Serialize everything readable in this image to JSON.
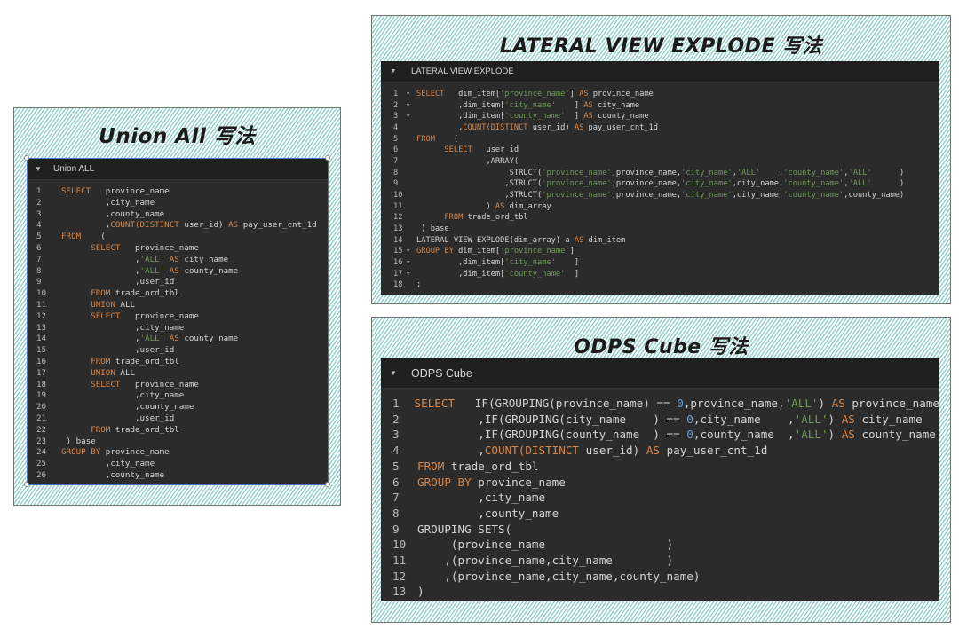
{
  "colors": {
    "keyword": "#d7874a",
    "string": "#6e9a56",
    "number": "#6a9fd6",
    "text": "#d4d4d4",
    "editor_bg": "#2b2b2b",
    "header_bg": "#1f1f1f",
    "hatch": "#8ccccb"
  },
  "union_all": {
    "title": "Union All 写法",
    "editor_label": "Union ALL",
    "lines": [
      {
        "n": "1",
        "t": [
          [
            "kw",
            "SELECT"
          ],
          [
            "",
            "   province_name"
          ]
        ]
      },
      {
        "n": "2",
        "t": [
          [
            "",
            "         ,city_name"
          ]
        ]
      },
      {
        "n": "3",
        "t": [
          [
            "",
            "         ,county_name"
          ]
        ]
      },
      {
        "n": "4",
        "t": [
          [
            "",
            "         ,"
          ],
          [
            "kw",
            "COUNT(DISTINCT"
          ],
          [
            "",
            " user_id) "
          ],
          [
            "kw",
            "AS"
          ],
          [
            "",
            " pay_user_cnt_1d"
          ]
        ]
      },
      {
        "n": "5",
        "t": [
          [
            "kw",
            "FROM"
          ],
          [
            "",
            "    ("
          ]
        ]
      },
      {
        "n": "6",
        "t": [
          [
            "",
            "      "
          ],
          [
            "kw",
            "SELECT"
          ],
          [
            "",
            "   province_name"
          ]
        ]
      },
      {
        "n": "7",
        "t": [
          [
            "",
            "               ,"
          ],
          [
            "str",
            "'ALL'"
          ],
          [
            " ",
            " "
          ],
          [
            "kw",
            "AS"
          ],
          [
            "",
            " city_name"
          ]
        ]
      },
      {
        "n": "8",
        "t": [
          [
            "",
            "               ,"
          ],
          [
            "str",
            "'ALL'"
          ],
          [
            "",
            " "
          ],
          [
            "kw",
            "AS"
          ],
          [
            "",
            " county_name"
          ]
        ]
      },
      {
        "n": "9",
        "t": [
          [
            "",
            "               ,user_id"
          ]
        ]
      },
      {
        "n": "10",
        "t": [
          [
            "",
            "      "
          ],
          [
            "kw",
            "FROM"
          ],
          [
            "",
            " trade_ord_tbl"
          ]
        ]
      },
      {
        "n": "11",
        "t": [
          [
            "",
            "      "
          ],
          [
            "kw",
            "UNION"
          ],
          [
            "",
            " ALL"
          ]
        ]
      },
      {
        "n": "12",
        "t": [
          [
            "",
            "      "
          ],
          [
            "kw",
            "SELECT"
          ],
          [
            "",
            "   province_name"
          ]
        ]
      },
      {
        "n": "13",
        "t": [
          [
            "",
            "               ,city_name"
          ]
        ]
      },
      {
        "n": "14",
        "t": [
          [
            "",
            "               ,"
          ],
          [
            "str",
            "'ALL'"
          ],
          [
            "",
            " "
          ],
          [
            "kw",
            "AS"
          ],
          [
            "",
            " county_name"
          ]
        ]
      },
      {
        "n": "15",
        "t": [
          [
            "",
            "               ,user_id"
          ]
        ]
      },
      {
        "n": "16",
        "t": [
          [
            "",
            "      "
          ],
          [
            "kw",
            "FROM"
          ],
          [
            "",
            " trade_ord_tbl"
          ]
        ]
      },
      {
        "n": "17",
        "t": [
          [
            "",
            "      "
          ],
          [
            "kw",
            "UNION"
          ],
          [
            "",
            " ALL"
          ]
        ]
      },
      {
        "n": "18",
        "t": [
          [
            "",
            "      "
          ],
          [
            "kw",
            "SELECT"
          ],
          [
            "",
            "   province_name"
          ]
        ]
      },
      {
        "n": "19",
        "t": [
          [
            "",
            "               ,city_name"
          ]
        ]
      },
      {
        "n": "20",
        "t": [
          [
            "",
            "               ,county_name"
          ]
        ]
      },
      {
        "n": "21",
        "t": [
          [
            "",
            "               ,user_id"
          ]
        ]
      },
      {
        "n": "22",
        "t": [
          [
            "",
            "      "
          ],
          [
            "kw",
            "FROM"
          ],
          [
            "",
            " trade_ord_tbl"
          ]
        ]
      },
      {
        "n": "23",
        "t": [
          [
            "",
            " ) base"
          ]
        ]
      },
      {
        "n": "24",
        "t": [
          [
            "kw",
            "GROUP BY"
          ],
          [
            "",
            " province_name"
          ]
        ]
      },
      {
        "n": "25",
        "t": [
          [
            "",
            "         ,city_name"
          ]
        ]
      },
      {
        "n": "26",
        "t": [
          [
            "",
            "         ,county_name"
          ]
        ]
      }
    ]
  },
  "lateral_view": {
    "title": "LATERAL VIEW EXPLODE 写法",
    "editor_label": "LATERAL VIEW EXPLODE",
    "lines": [
      {
        "n": "1",
        "f": "▾",
        "t": [
          [
            "kw",
            "SELECT"
          ],
          [
            "",
            "   dim_item["
          ],
          [
            "str",
            "'province_name'"
          ],
          [
            "",
            "] "
          ],
          [
            "kw",
            "AS"
          ],
          [
            "",
            " province_name"
          ]
        ]
      },
      {
        "n": "2",
        "f": "▾",
        "t": [
          [
            "",
            "         ,dim_item["
          ],
          [
            "str",
            "'city_name'"
          ],
          [
            "",
            "    ] "
          ],
          [
            "kw",
            "AS"
          ],
          [
            "",
            " city_name"
          ]
        ]
      },
      {
        "n": "3",
        "f": "▾",
        "t": [
          [
            "",
            "         ,dim_item["
          ],
          [
            "str",
            "'county_name'"
          ],
          [
            "",
            "  ] "
          ],
          [
            "kw",
            "AS"
          ],
          [
            "",
            " county_name"
          ]
        ]
      },
      {
        "n": "4",
        "f": "",
        "t": [
          [
            "",
            "         ,"
          ],
          [
            "kw",
            "COUNT(DISTINCT"
          ],
          [
            "",
            " user_id) "
          ],
          [
            "kw",
            "AS"
          ],
          [
            "",
            " pay_user_cnt_1d"
          ]
        ]
      },
      {
        "n": "5",
        "f": "",
        "t": [
          [
            "kw",
            "FROM"
          ],
          [
            "",
            "    ("
          ]
        ]
      },
      {
        "n": "6",
        "f": "",
        "t": [
          [
            "",
            "      "
          ],
          [
            "kw",
            "SELECT"
          ],
          [
            "",
            "   user_id"
          ]
        ]
      },
      {
        "n": "7",
        "f": "",
        "t": [
          [
            "",
            "               ,ARRAY("
          ]
        ]
      },
      {
        "n": "8",
        "f": "",
        "t": [
          [
            "",
            "                    STRUCT("
          ],
          [
            "str",
            "'province_name'"
          ],
          [
            "",
            ",province_name,"
          ],
          [
            "str",
            "'city_name'"
          ],
          [
            "",
            ","
          ],
          [
            "str",
            "'ALL'"
          ],
          [
            "",
            "    ,"
          ],
          [
            "str",
            "'county_name'"
          ],
          [
            "",
            ","
          ],
          [
            "str",
            "'ALL'"
          ],
          [
            "",
            "      )"
          ]
        ]
      },
      {
        "n": "9",
        "f": "",
        "t": [
          [
            "",
            "                   ,STRUCT("
          ],
          [
            "str",
            "'province_name'"
          ],
          [
            "",
            ",province_name,"
          ],
          [
            "str",
            "'city_name'"
          ],
          [
            "",
            ",city_name,"
          ],
          [
            "str",
            "'county_name'"
          ],
          [
            "",
            ","
          ],
          [
            "str",
            "'ALL'"
          ],
          [
            "",
            "      )"
          ]
        ]
      },
      {
        "n": "10",
        "f": "",
        "t": [
          [
            "",
            "                   ,STRUCT("
          ],
          [
            "str",
            "'province_name'"
          ],
          [
            "",
            ",province_name,"
          ],
          [
            "str",
            "'city_name'"
          ],
          [
            "",
            ",city_name,"
          ],
          [
            "str",
            "'county_name'"
          ],
          [
            "",
            ",county_name)"
          ]
        ]
      },
      {
        "n": "11",
        "f": "",
        "t": [
          [
            "",
            "               ) "
          ],
          [
            "kw",
            "AS"
          ],
          [
            "",
            " dim_array"
          ]
        ]
      },
      {
        "n": "12",
        "f": "",
        "t": [
          [
            "",
            "      "
          ],
          [
            "kw",
            "FROM"
          ],
          [
            "",
            " trade_ord_tbl"
          ]
        ]
      },
      {
        "n": "13",
        "f": "",
        "t": [
          [
            "",
            " ) base"
          ]
        ]
      },
      {
        "n": "14",
        "f": "",
        "t": [
          [
            "",
            "LATERAL VIEW EXPLODE(dim_array) a "
          ],
          [
            "kw",
            "AS"
          ],
          [
            "",
            " dim_item"
          ]
        ]
      },
      {
        "n": "15",
        "f": "▾",
        "t": [
          [
            "kw",
            "GROUP BY"
          ],
          [
            "",
            " dim_item["
          ],
          [
            "str",
            "'province_name'"
          ],
          [
            "",
            "]"
          ]
        ]
      },
      {
        "n": "16",
        "f": "▾",
        "t": [
          [
            "",
            "         ,dim_item["
          ],
          [
            "str",
            "'city_name'"
          ],
          [
            "",
            "    ]"
          ]
        ]
      },
      {
        "n": "17",
        "f": "▾",
        "t": [
          [
            "",
            "         ,dim_item["
          ],
          [
            "str",
            "'county_name'"
          ],
          [
            "",
            "  ]"
          ]
        ]
      },
      {
        "n": "18",
        "f": "",
        "t": [
          [
            "",
            ";"
          ]
        ]
      }
    ]
  },
  "odps_cube": {
    "title": "ODPS Cube 写法",
    "editor_label": "ODPS Cube",
    "lines": [
      {
        "n": "1",
        "t": [
          [
            "kw",
            "SELECT"
          ],
          [
            "",
            "   IF(GROUPING(province_name) == "
          ],
          [
            "num",
            "0"
          ],
          [
            "",
            ",province_name,"
          ],
          [
            "str",
            "'ALL'"
          ],
          [
            "",
            ") "
          ],
          [
            "kw",
            "AS"
          ],
          [
            "",
            " province_name"
          ]
        ]
      },
      {
        "n": "2",
        "t": [
          [
            "",
            "         ,IF(GROUPING(city_name    ) == "
          ],
          [
            "num",
            "0"
          ],
          [
            "",
            ",city_name    ,"
          ],
          [
            "str",
            "'ALL'"
          ],
          [
            "",
            ") "
          ],
          [
            "kw",
            "AS"
          ],
          [
            "",
            " city_name"
          ]
        ]
      },
      {
        "n": "3",
        "t": [
          [
            "",
            "         ,IF(GROUPING(county_name  ) == "
          ],
          [
            "num",
            "0"
          ],
          [
            "",
            ",county_name  ,"
          ],
          [
            "str",
            "'ALL'"
          ],
          [
            "",
            ") "
          ],
          [
            "kw",
            "AS"
          ],
          [
            "",
            " county_name"
          ]
        ]
      },
      {
        "n": "4",
        "t": [
          [
            "",
            "         ,"
          ],
          [
            "kw",
            "COUNT(DISTINCT"
          ],
          [
            "",
            " user_id) "
          ],
          [
            "kw",
            "AS"
          ],
          [
            "",
            " pay_user_cnt_1d"
          ]
        ]
      },
      {
        "n": "5",
        "t": [
          [
            "kw",
            "FROM"
          ],
          [
            "",
            " trade_ord_tbl"
          ]
        ]
      },
      {
        "n": "6",
        "t": [
          [
            "kw",
            "GROUP BY"
          ],
          [
            "",
            " province_name"
          ]
        ]
      },
      {
        "n": "7",
        "t": [
          [
            "",
            "         ,city_name"
          ]
        ]
      },
      {
        "n": "8",
        "t": [
          [
            "",
            "         ,county_name"
          ]
        ]
      },
      {
        "n": "9",
        "t": [
          [
            "",
            "GROUPING SETS("
          ]
        ]
      },
      {
        "n": "10",
        "t": [
          [
            "",
            "     (province_name                  )"
          ]
        ]
      },
      {
        "n": "11",
        "t": [
          [
            "",
            "    ,(province_name,city_name        )"
          ]
        ]
      },
      {
        "n": "12",
        "t": [
          [
            "",
            "    ,(province_name,city_name,county_name)"
          ]
        ]
      },
      {
        "n": "13",
        "t": [
          [
            "",
            ")"
          ]
        ]
      }
    ]
  }
}
